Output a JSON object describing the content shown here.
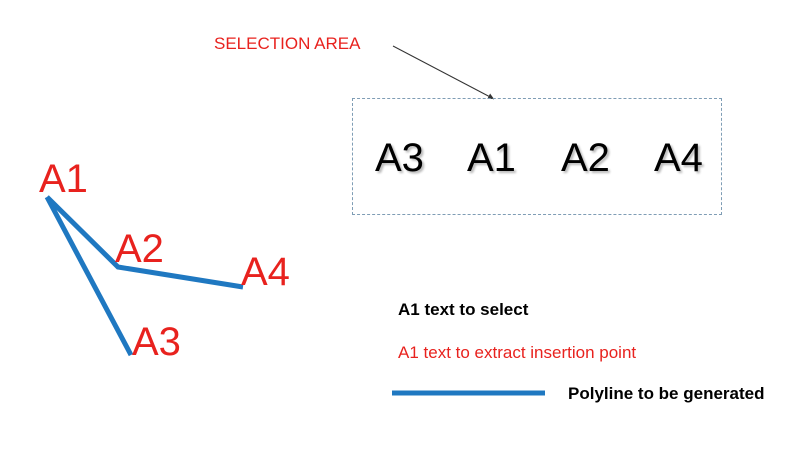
{
  "selection_area": {
    "title": "SELECTION AREA",
    "labels": [
      "A3",
      "A1",
      "A2",
      "A4"
    ]
  },
  "points": [
    {
      "label": "A1"
    },
    {
      "label": "A2"
    },
    {
      "label": "A4"
    },
    {
      "label": "A3"
    }
  ],
  "legend": {
    "select_text": "A1  text to select",
    "insertion_text": "A1 text to extract insertion point",
    "polyline_text": "Polyline to be generated"
  },
  "colors": {
    "label_red": "#e8221e",
    "polyline_blue": "#1f78c1",
    "box_border": "#7f9db5",
    "text_black": "#000000"
  }
}
